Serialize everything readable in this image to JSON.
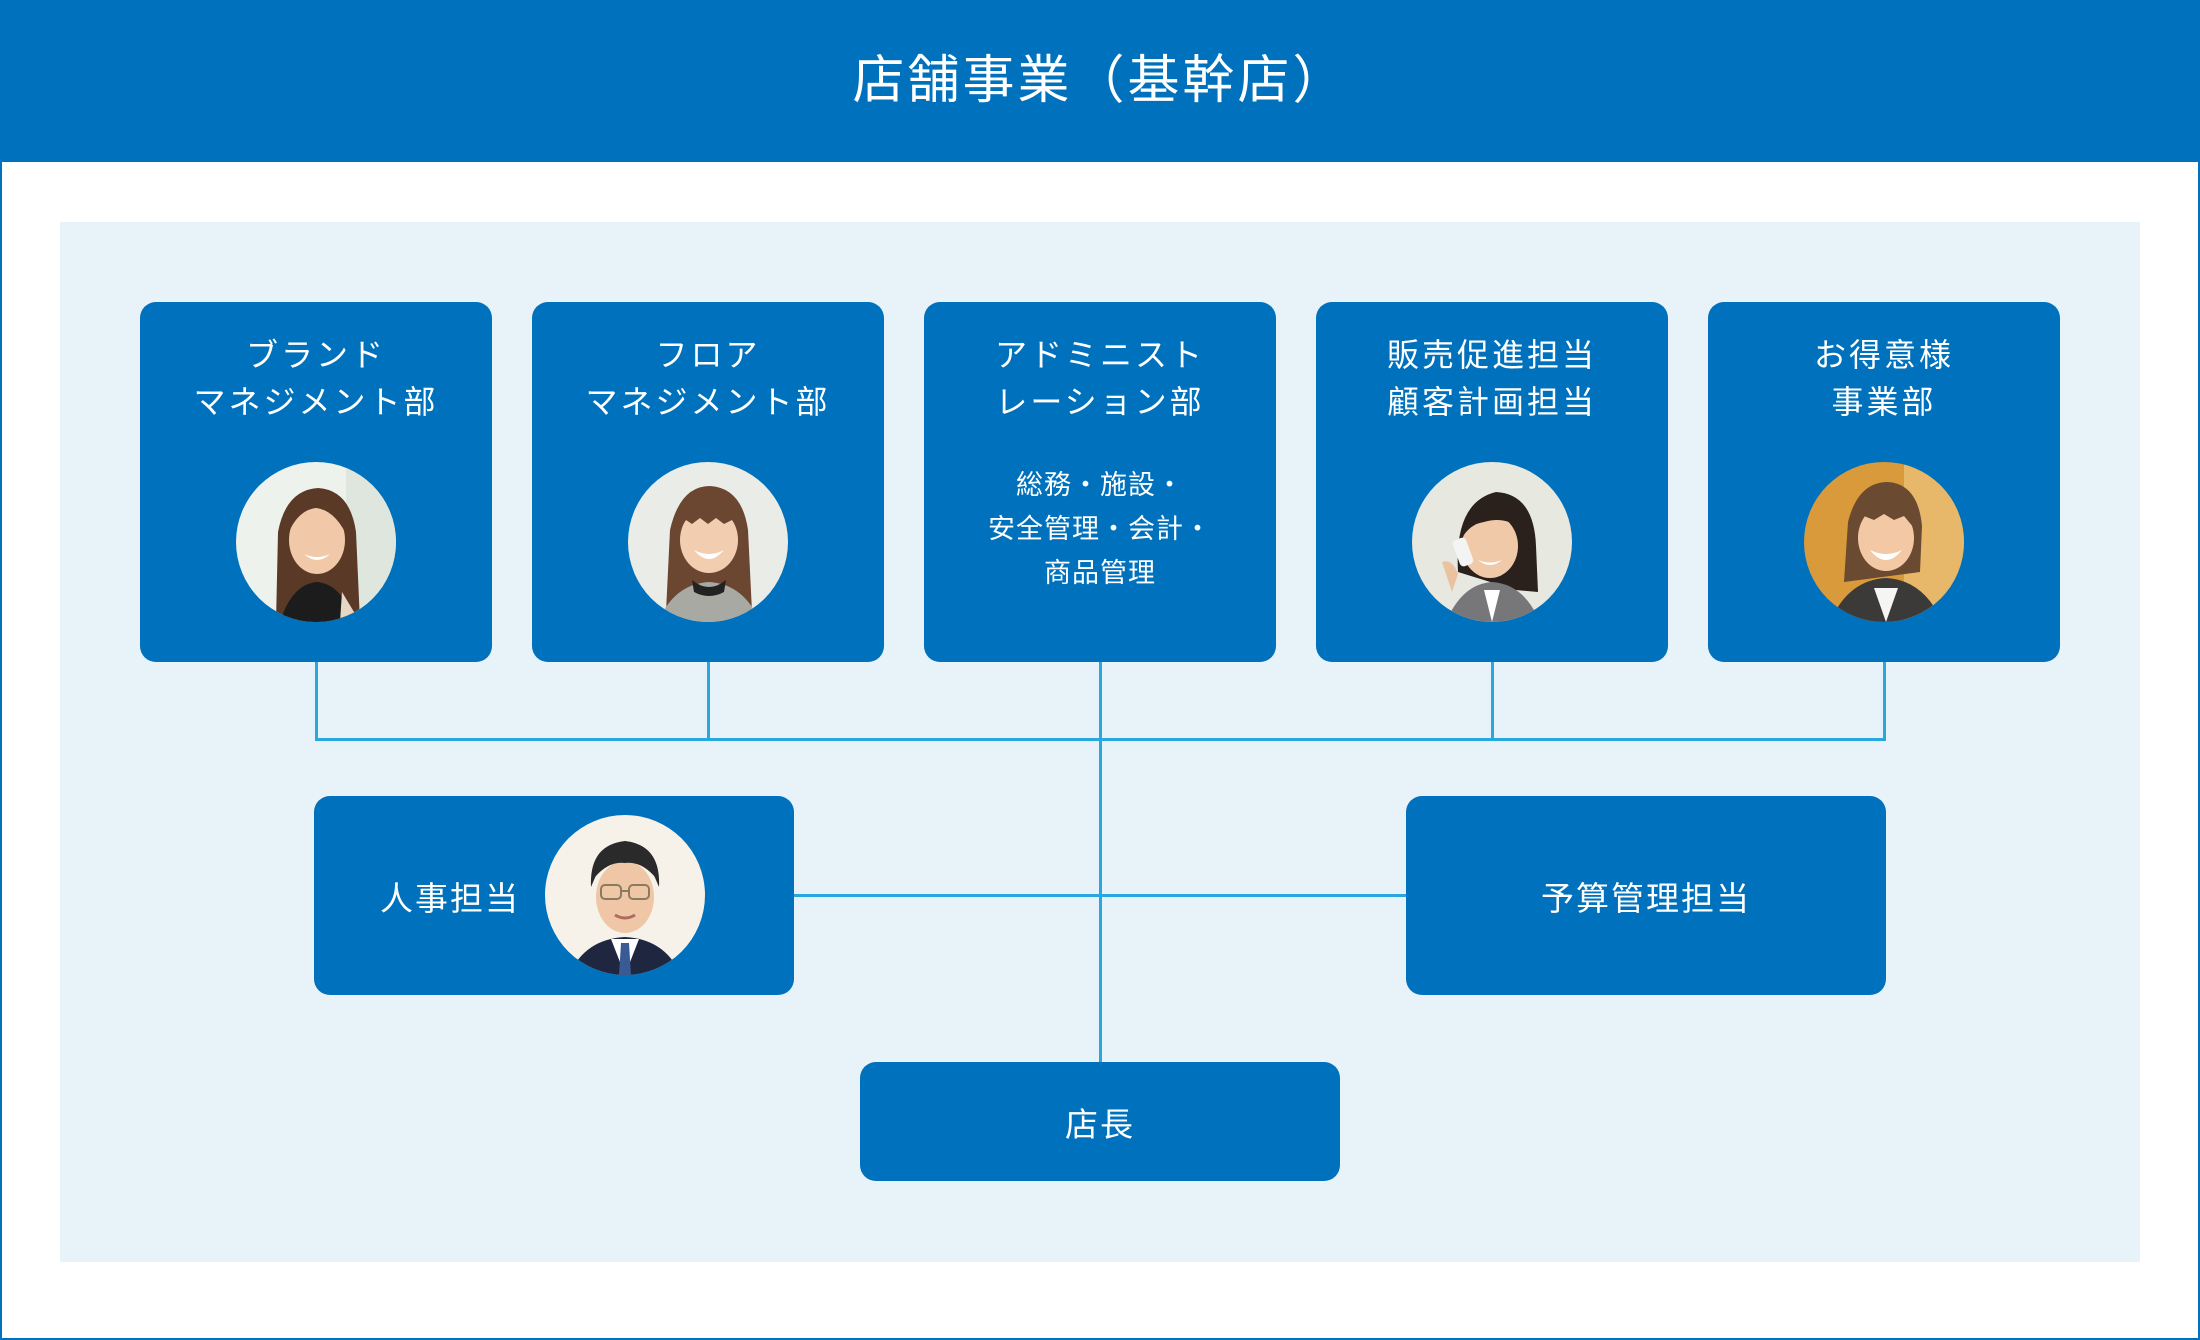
{
  "header": {
    "title": "店舗事業（基幹店）"
  },
  "colors": {
    "primary": "#0071bc",
    "panel": "#e7f2f9",
    "connector": "#29a8e0",
    "text": "#ffffff"
  },
  "departments": [
    {
      "title": "ブランド\nマネジメント部",
      "subtitle": null,
      "photo": "staff-photo-woman-long-hair"
    },
    {
      "title": "フロア\nマネジメント部",
      "subtitle": null,
      "photo": "staff-photo-woman-bangs"
    },
    {
      "title": "アドミニスト\nレーション部",
      "subtitle": "総務・施設・\n安全管理・会計・\n商品管理",
      "photo": null
    },
    {
      "title": "販売促進担当\n顧客計画担当",
      "subtitle": null,
      "photo": "staff-photo-woman-phone"
    },
    {
      "title": "お得意様\n事業部",
      "subtitle": null,
      "photo": "staff-photo-woman-suit"
    }
  ],
  "staff_roles": [
    {
      "label": "人事担当",
      "photo": "staff-photo-man-glasses"
    },
    {
      "label": "予算管理担当",
      "photo": null
    }
  ],
  "head": {
    "label": "店長"
  }
}
